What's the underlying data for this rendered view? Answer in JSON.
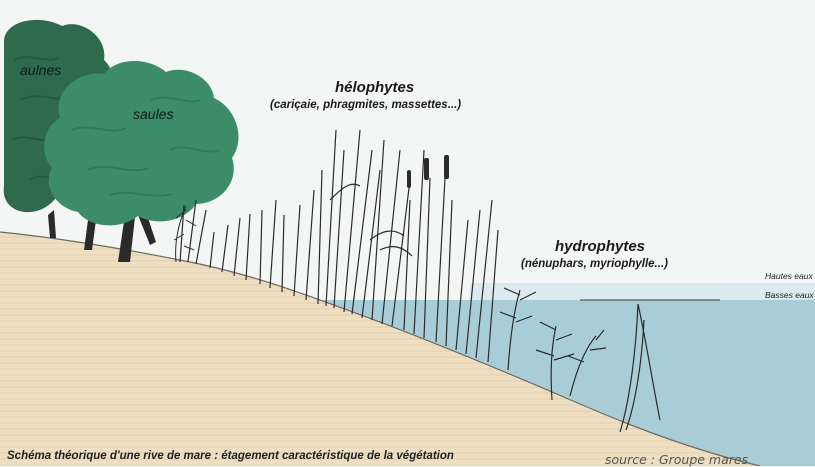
{
  "trees": {
    "alder_label": "aulnes",
    "willow_label": "saules"
  },
  "helophytes": {
    "title": "hélophytes",
    "examples": "(cariçaie, phragmites, massettes...)"
  },
  "hydrophytes": {
    "title": "hydrophytes",
    "examples": "(nénuphars, myriophylle...)"
  },
  "water_levels": {
    "high": "Hautes eaux",
    "low": "Basses eaux"
  },
  "caption": "Schéma théorique d'une rive de mare : étagement caractéristique de la végétation",
  "source": "source : Groupe mares",
  "colors": {
    "alder": "#2e6b4d",
    "willow": "#3c8c68",
    "water": "#a8cdd7",
    "bank": "#eedec2",
    "high_water": "#dcebef"
  }
}
